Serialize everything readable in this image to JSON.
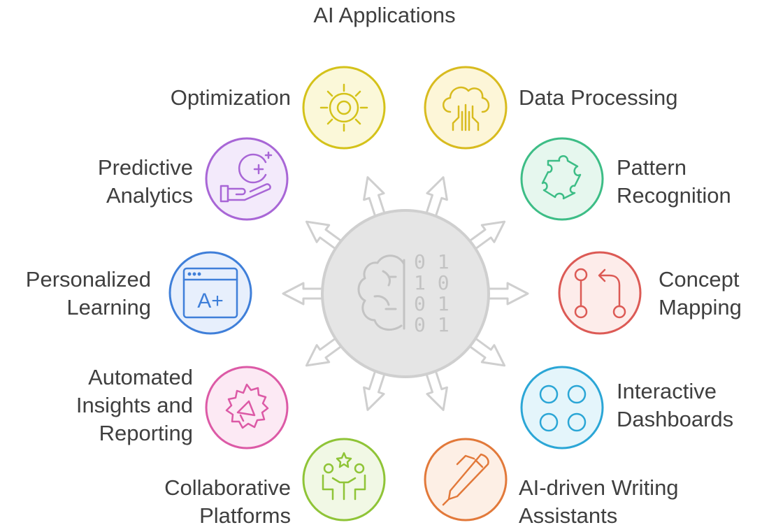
{
  "title": "AI Applications",
  "center": {
    "icon": "brain-binary-icon",
    "binary": [
      "0 1",
      "1 0",
      "0 1",
      "0 1"
    ]
  },
  "items": [
    {
      "id": "optimization",
      "label": "Optimization",
      "icon": "sun-gear-icon",
      "color": "#d4c21a",
      "fill": "#fbf8d9"
    },
    {
      "id": "data-processing",
      "label": "Data Processing",
      "icon": "cloud-circuit-icon",
      "color": "#d8bb1f",
      "fill": "#fdf6d8"
    },
    {
      "id": "pattern-recognition",
      "label": "Pattern\nRecognition",
      "icon": "puzzle-icon",
      "color": "#3dbd86",
      "fill": "#e6f7ee"
    },
    {
      "id": "concept-mapping",
      "label": "Concept\nMapping",
      "icon": "flow-arrow-icon",
      "color": "#dc5a55",
      "fill": "#fdecea"
    },
    {
      "id": "interactive-dashboards",
      "label": "Interactive\nDashboards",
      "icon": "four-circles-icon",
      "color": "#2ba6d6",
      "fill": "#e4f5fb"
    },
    {
      "id": "ai-driven-writing-assistants",
      "label": "AI-driven Writing\nAssistants",
      "icon": "pen-icon",
      "color": "#e2793a",
      "fill": "#fdefe5"
    },
    {
      "id": "collaborative-platforms",
      "label": "Collaborative\nPlatforms",
      "icon": "collaboration-icon",
      "color": "#8fc437",
      "fill": "#f1f8e5"
    },
    {
      "id": "automated-insights-and-reporting",
      "label": "Automated\nInsights and\nReporting",
      "icon": "gear-megaphone-icon",
      "color": "#dc5aa6",
      "fill": "#fce9f4"
    },
    {
      "id": "personalized-learning",
      "label": "Personalized\nLearning",
      "icon": "browser-grade-icon",
      "color": "#3f7fd9",
      "fill": "#e7effc"
    },
    {
      "id": "predictive-analytics",
      "label": "Predictive\nAnalytics",
      "icon": "hand-sparkle-icon",
      "color": "#a866d6",
      "fill": "#f3eafb"
    }
  ]
}
